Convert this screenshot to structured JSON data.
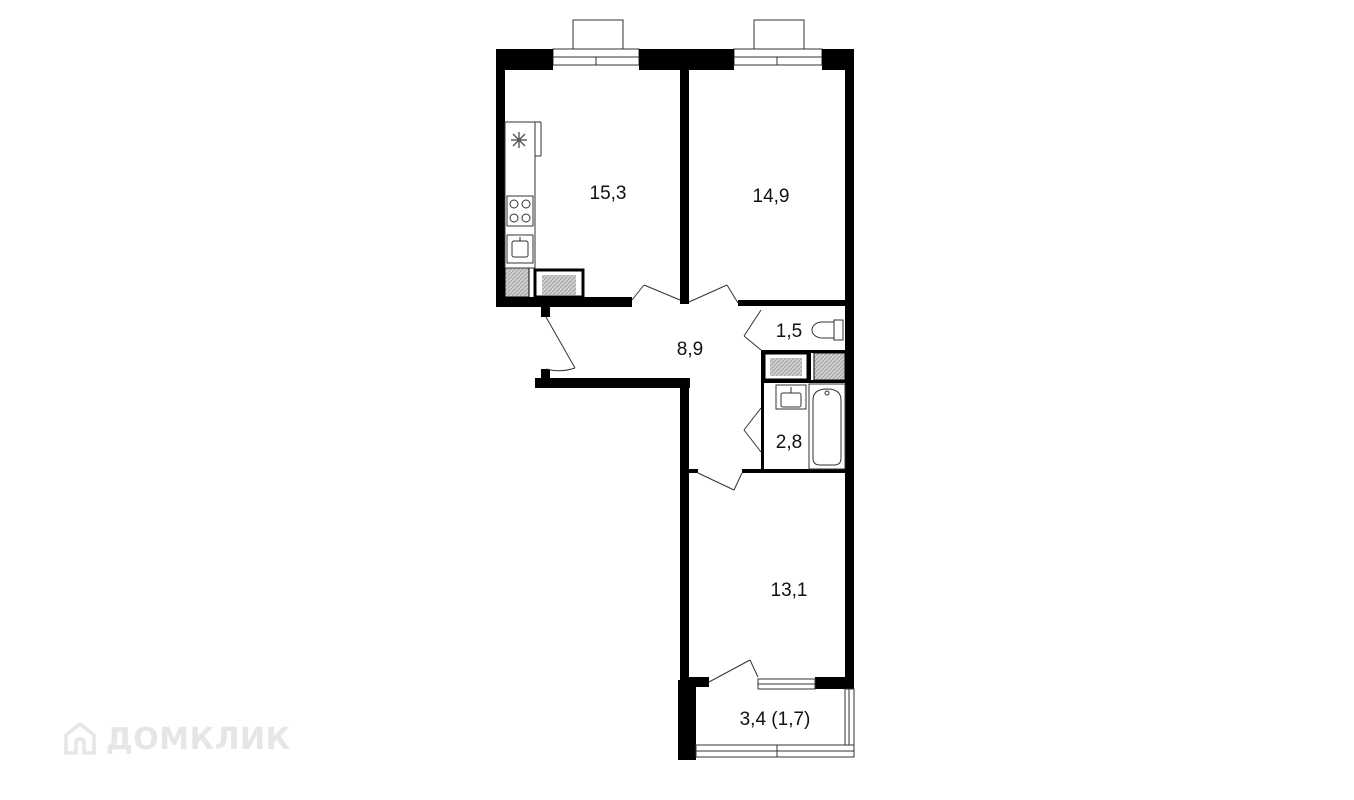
{
  "plan": {
    "rooms": [
      {
        "id": "kitchen",
        "area": "15,3"
      },
      {
        "id": "bedroom-1",
        "area": "14,9"
      },
      {
        "id": "hallway",
        "area": "8,9"
      },
      {
        "id": "toilet",
        "area": "1,5"
      },
      {
        "id": "bathroom",
        "area": "2,8"
      },
      {
        "id": "bedroom-2",
        "area": "13,1"
      },
      {
        "id": "balcony",
        "area": "3,4 (1,7)"
      }
    ]
  },
  "watermark": {
    "text": "ДОМКЛИК",
    "icon": "house-logo-icon"
  },
  "colors": {
    "wall": "#000000",
    "line": "#333333",
    "watermark": "#e6e6e6"
  }
}
